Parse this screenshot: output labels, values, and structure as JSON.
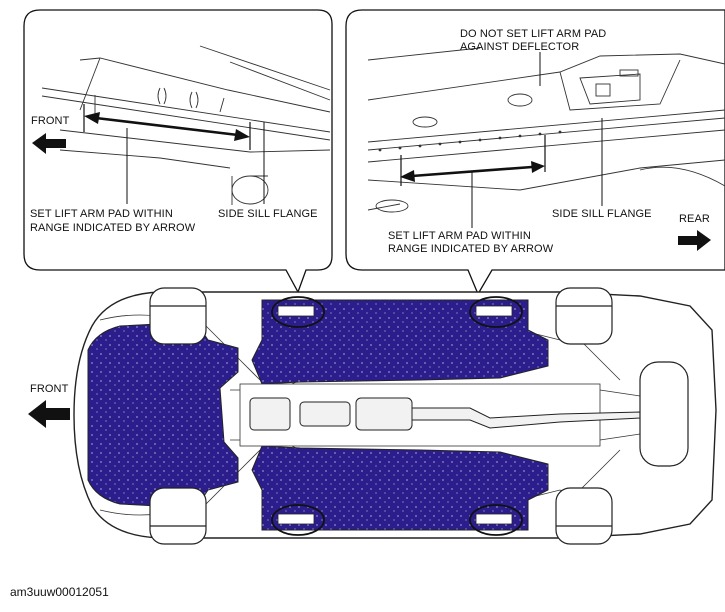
{
  "left_callout": {
    "front_label": "FRONT",
    "lift_label_line1": "SET LIFT ARM PAD WITHIN",
    "lift_label_line2": "RANGE INDICATED BY ARROW",
    "flange_label": "SIDE SILL FLANGE"
  },
  "right_callout": {
    "warning_line1": "DO NOT SET LIFT ARM PAD",
    "warning_line2": "AGAINST DEFLECTOR",
    "lift_label_line1": "SET LIFT ARM PAD WITHIN",
    "lift_label_line2": "RANGE INDICATED BY ARROW",
    "flange_label": "SIDE SILL FLANGE",
    "rear_label": "REAR"
  },
  "underbody": {
    "front_label": "FRONT"
  },
  "caption": "am3uuw00012051",
  "colors": {
    "underbody_panel": "#2b1e8c",
    "line": "#111111"
  },
  "icons": {
    "front_arrow": "arrow-left-icon",
    "rear_arrow": "arrow-right-icon"
  }
}
